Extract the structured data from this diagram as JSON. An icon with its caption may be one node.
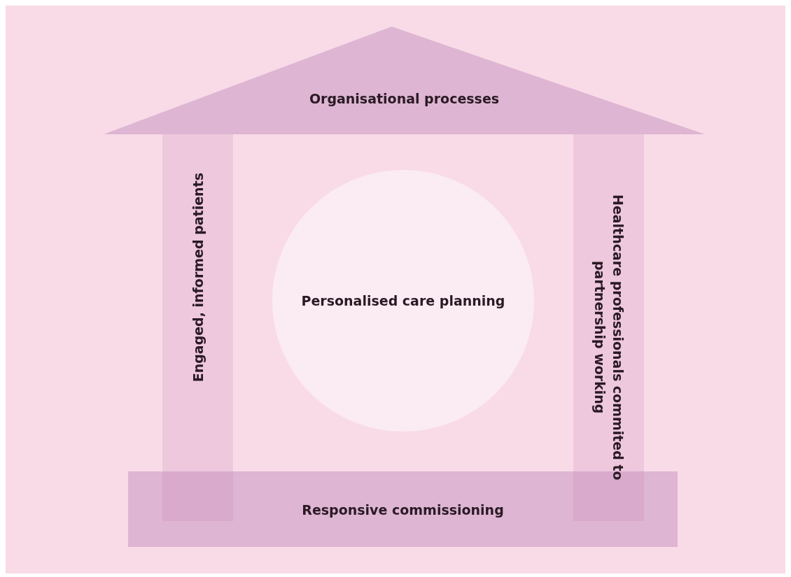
{
  "diagram": {
    "nodes": [
      {
        "text": [
          "Organisational processes"
        ]
      },
      {
        "text": [
          "Engaged, informed patients"
        ]
      },
      {
        "text": [
          "Personalised care planning"
        ]
      },
      {
        "text": [
          "Healthcare professionals commited to partnership working"
        ]
      },
      {
        "text": [
          "Responsive commissioning"
        ]
      }
    ],
    "edges": []
  }
}
